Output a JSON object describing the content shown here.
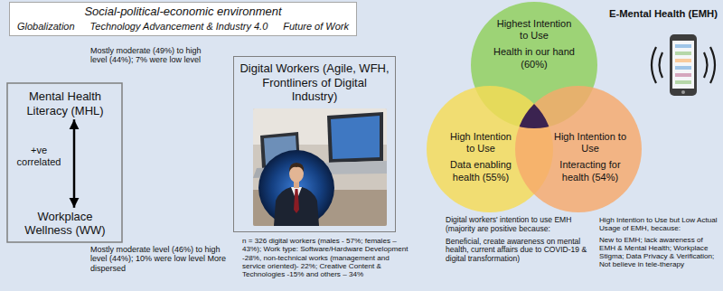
{
  "diagram": {
    "nodes": [
      {
        "text": [
          "Social-political-economic environment",
          "Globalization",
          "Technology Advancement & Industry 4.0",
          "Future of Work"
        ]
      },
      {
        "text": [
          "Mental Health Literacy (MHL)"
        ]
      },
      {
        "text": [
          "Workplace Wellness (WW)"
        ]
      },
      {
        "text": [
          "Digital Workers (Agile, WFH, Frontliners of Digital Industry)"
        ]
      },
      {
        "text": [
          "Highest Intention to Use",
          "Health in our hand (60%)"
        ]
      },
      {
        "text": [
          "High Intention to Use",
          "Data enabling health (55%)"
        ]
      },
      {
        "text": [
          "High Intention to Use",
          "Interacting for health (54%)"
        ]
      }
    ],
    "edges": [
      {
        "from": 1,
        "to": 2,
        "arrow": "both",
        "label": "+ve correlated"
      }
    ],
    "labels": [
      "E-Mental Health (EMH)",
      "Mostly moderate (49%) to high level (44%); 7% were low level",
      "Mostly moderate level (46%) to high level (44%); 10% were low level More dispersed",
      "n = 326 digital workers (males - 57%; females – 43%); Work type: Software/Hardware Development -28%, non-technical works (management and service oriented)- 22%; Creative Content & Technologies -15% and others – 34%",
      "Digital workers' intention to use EMH (majority are positive because:",
      "Beneficial, create awareness on mental health, current affairs due to COVID-19 & digital transformation)",
      "High Intention to Use but Low Actual Usage of EMH, because:",
      "New to EMH; lack awareness of EMH & Mental Health; Workplace Stigma; Data Privacy & Verification; Not believe in tele-therapy"
    ]
  }
}
